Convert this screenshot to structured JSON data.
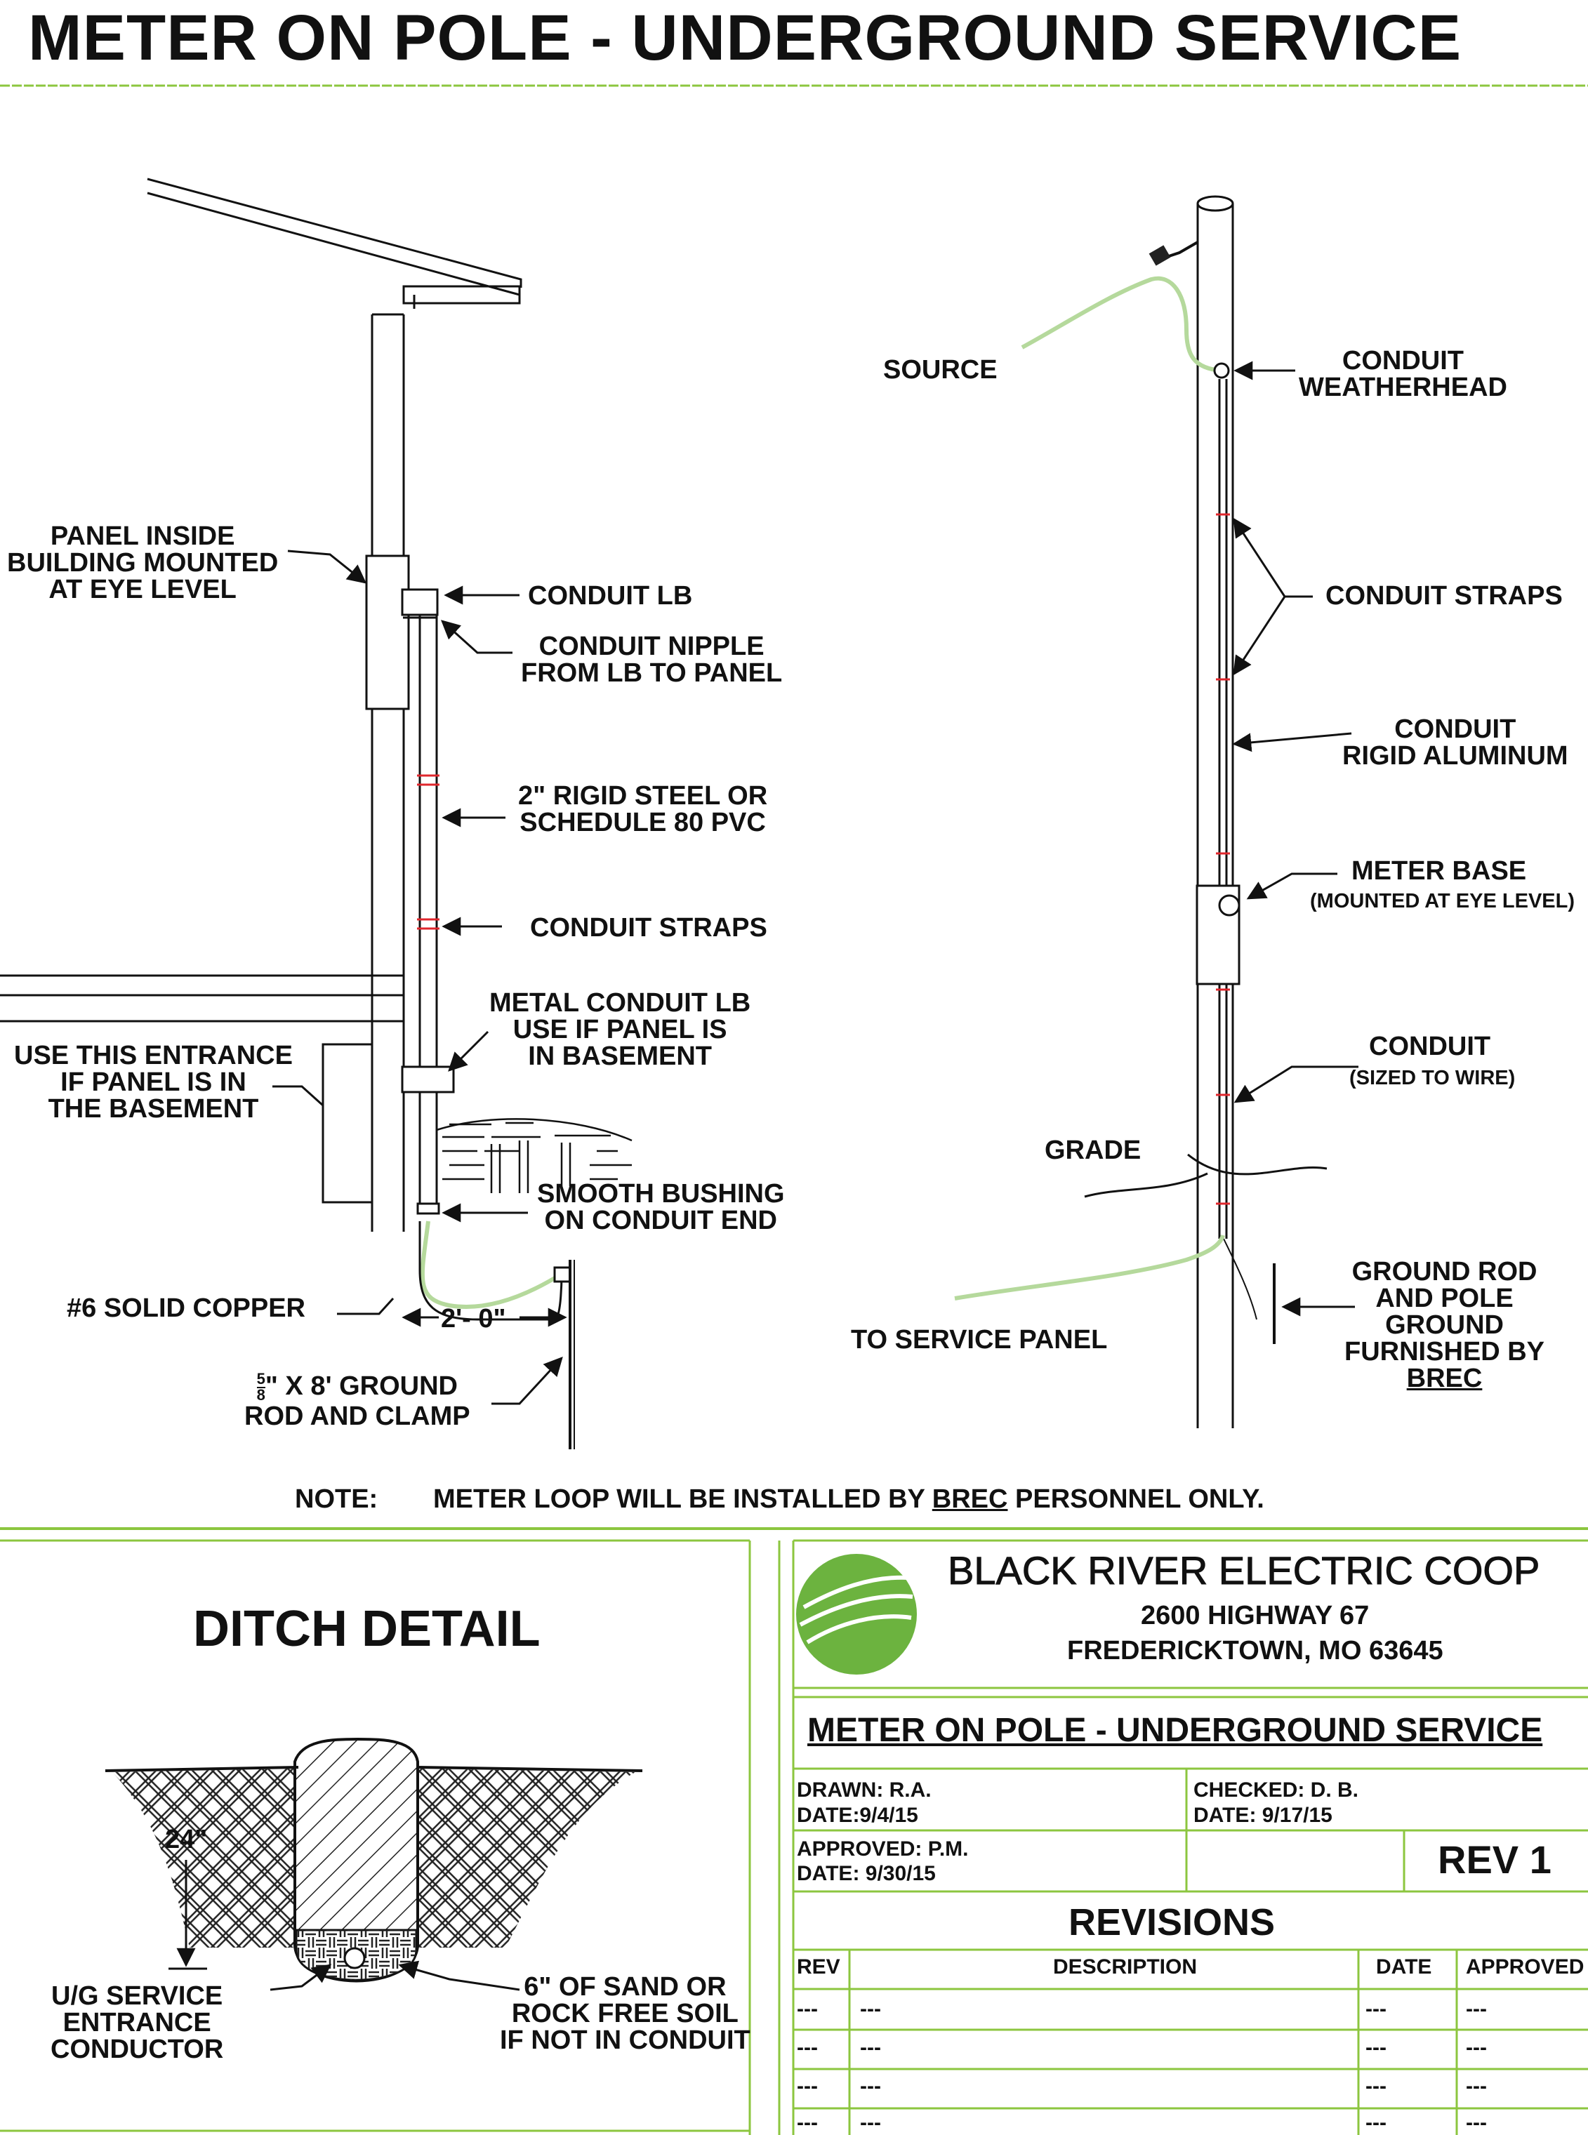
{
  "title": "METER ON POLE - UNDERGROUND SERVICE",
  "building_diagram": {
    "panel_inside": [
      "PANEL INSIDE",
      "BUILDING MOUNTED",
      "AT EYE LEVEL"
    ],
    "conduit_lb": "CONDUIT LB",
    "conduit_nipple": [
      "CONDUIT NIPPLE",
      "FROM LB TO PANEL"
    ],
    "rigid_steel": [
      "2\" RIGID STEEL OR",
      "SCHEDULE 80 PVC"
    ],
    "conduit_straps": "CONDUIT STRAPS",
    "metal_conduit_lb": [
      "METAL CONDUIT LB",
      "USE IF PANEL IS",
      "IN BASEMENT"
    ],
    "use_this_entrance": [
      "USE THIS ENTRANCE",
      "IF PANEL IS IN",
      "THE BASEMENT"
    ],
    "smooth_bushing": [
      "SMOOTH BUSHING",
      "ON CONDUIT END"
    ],
    "solid_copper": "#6 SOLID COPPER",
    "distance": "2'- 0\"",
    "ground_rod_frac_num": "5",
    "ground_rod_frac_den": "8",
    "ground_rod_line1": "\" X 8' GROUND",
    "ground_rod_line2": "ROD AND CLAMP"
  },
  "pole_diagram": {
    "source": "SOURCE",
    "weatherhead": [
      "CONDUIT",
      "WEATHERHEAD"
    ],
    "conduit_straps": "CONDUIT STRAPS",
    "rigid_aluminum": [
      "CONDUIT",
      "RIGID ALUMINUM"
    ],
    "meter_base": "METER BASE",
    "meter_base_note": "(MOUNTED AT EYE LEVEL)",
    "conduit": "CONDUIT",
    "conduit_note": "(SIZED TO WIRE)",
    "grade": "GRADE",
    "to_service_panel": "TO SERVICE PANEL",
    "ground_rod": [
      "GROUND ROD",
      "AND POLE",
      "GROUND",
      "FURNISHED BY"
    ],
    "ground_rod_brec": "BREC"
  },
  "note": {
    "label": "NOTE:",
    "text_pre": "METER LOOP WILL BE INSTALLED BY ",
    "text_brec": "BREC",
    "text_post": " PERSONNEL ONLY."
  },
  "ditch_detail": {
    "title": "DITCH DETAIL",
    "depth": "24\"",
    "conductor": [
      "U/G SERVICE",
      "ENTRANCE",
      "CONDUCTOR"
    ],
    "sand": [
      "6\" OF SAND OR",
      "ROCK FREE SOIL",
      "IF NOT IN CONDUIT"
    ]
  },
  "title_block": {
    "company": "BLACK RIVER ELECTRIC COOP",
    "address1": "2600 HIGHWAY 67",
    "address2": "FREDERICKTOWN, MO 63645",
    "drawing_title": "METER ON POLE - UNDERGROUND SERVICE",
    "drawn": "DRAWN: R.A.",
    "drawn_date": "DATE:9/4/15",
    "checked": "CHECKED: D. B.",
    "checked_date": "DATE: 9/17/15",
    "approved": "APPROVED: P.M.",
    "approved_date": "DATE: 9/30/15",
    "rev": "REV 1",
    "revisions_title": "REVISIONS",
    "columns": [
      "REV",
      "DESCRIPTION",
      "DATE",
      "APPROVED"
    ],
    "rows": [
      [
        "---",
        "---",
        "---",
        "---"
      ],
      [
        "---",
        "---",
        "---",
        "---"
      ],
      [
        "---",
        "---",
        "---",
        "---"
      ],
      [
        "---",
        "---",
        "---",
        "---"
      ]
    ]
  },
  "colors": {
    "frame_green": "#8cc63f",
    "logo_green": "#6cb33f",
    "strap_red": "#e0262c",
    "wire_green": "#b5d99c"
  }
}
